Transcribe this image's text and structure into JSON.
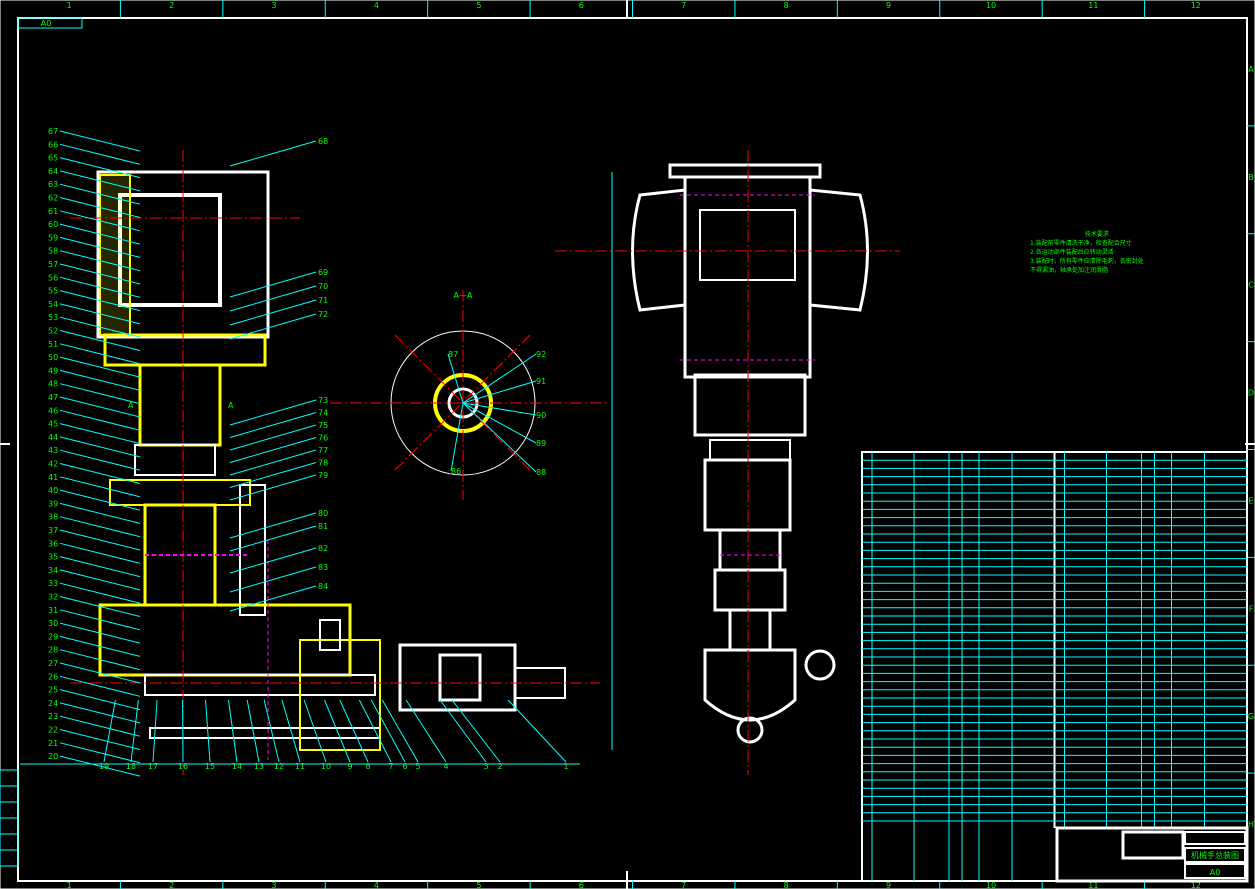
{
  "sheet": {
    "format": "A0",
    "columns": [
      "1",
      "2",
      "3",
      "4",
      "5",
      "6",
      "7",
      "8",
      "9",
      "10",
      "11",
      "12"
    ],
    "rows": [
      "A",
      "B",
      "C",
      "D",
      "E",
      "F",
      "G",
      "H"
    ],
    "colors": {
      "background": "#000000",
      "outline": "#ffffff",
      "section": "#ffff00",
      "leader": "#00ffff",
      "centerline": "#ff0000",
      "text": "#00ff00",
      "hidden": "#ff00ff"
    }
  },
  "main_view": {
    "left_labels": [
      "67",
      "66",
      "65",
      "64",
      "63",
      "62",
      "61",
      "60",
      "59",
      "58",
      "57",
      "56",
      "55",
      "54",
      "53",
      "52",
      "51",
      "50",
      "49",
      "48",
      "47",
      "46",
      "45",
      "44",
      "43",
      "42",
      "41",
      "40",
      "39",
      "38",
      "37",
      "36",
      "35",
      "34",
      "33",
      "32",
      "31",
      "30",
      "29",
      "28",
      "27",
      "26",
      "25",
      "24",
      "23",
      "22",
      "21",
      "20"
    ],
    "right_labels": [
      "68",
      "69",
      "70",
      "71",
      "72",
      "73",
      "74",
      "75",
      "76",
      "77",
      "78",
      "79",
      "80",
      "81",
      "82",
      "83",
      "84"
    ],
    "bottom_labels": [
      "19",
      "18",
      "17",
      "16",
      "15",
      "14",
      "13",
      "12",
      "11",
      "10",
      "9",
      "8",
      "7",
      "6",
      "5",
      "4",
      "3",
      "2",
      "1"
    ],
    "section_mark": "A"
  },
  "section_view": {
    "title": "A—A",
    "labels": [
      "87",
      "92",
      "91",
      "90",
      "89",
      "88",
      "86"
    ]
  },
  "tech_requirements": {
    "heading": "技术要求",
    "lines": [
      "1.装配前零件清洗干净，检查配合尺寸",
      "2.各运动部件装配后应转动灵活",
      "3.装配时，所有零件应清除毛刺，各密封处",
      "  不得漏油，轴承处加注润滑脂"
    ]
  },
  "title_block": {
    "drawing_name": "机械手总装图",
    "sheet_size": "A0"
  }
}
